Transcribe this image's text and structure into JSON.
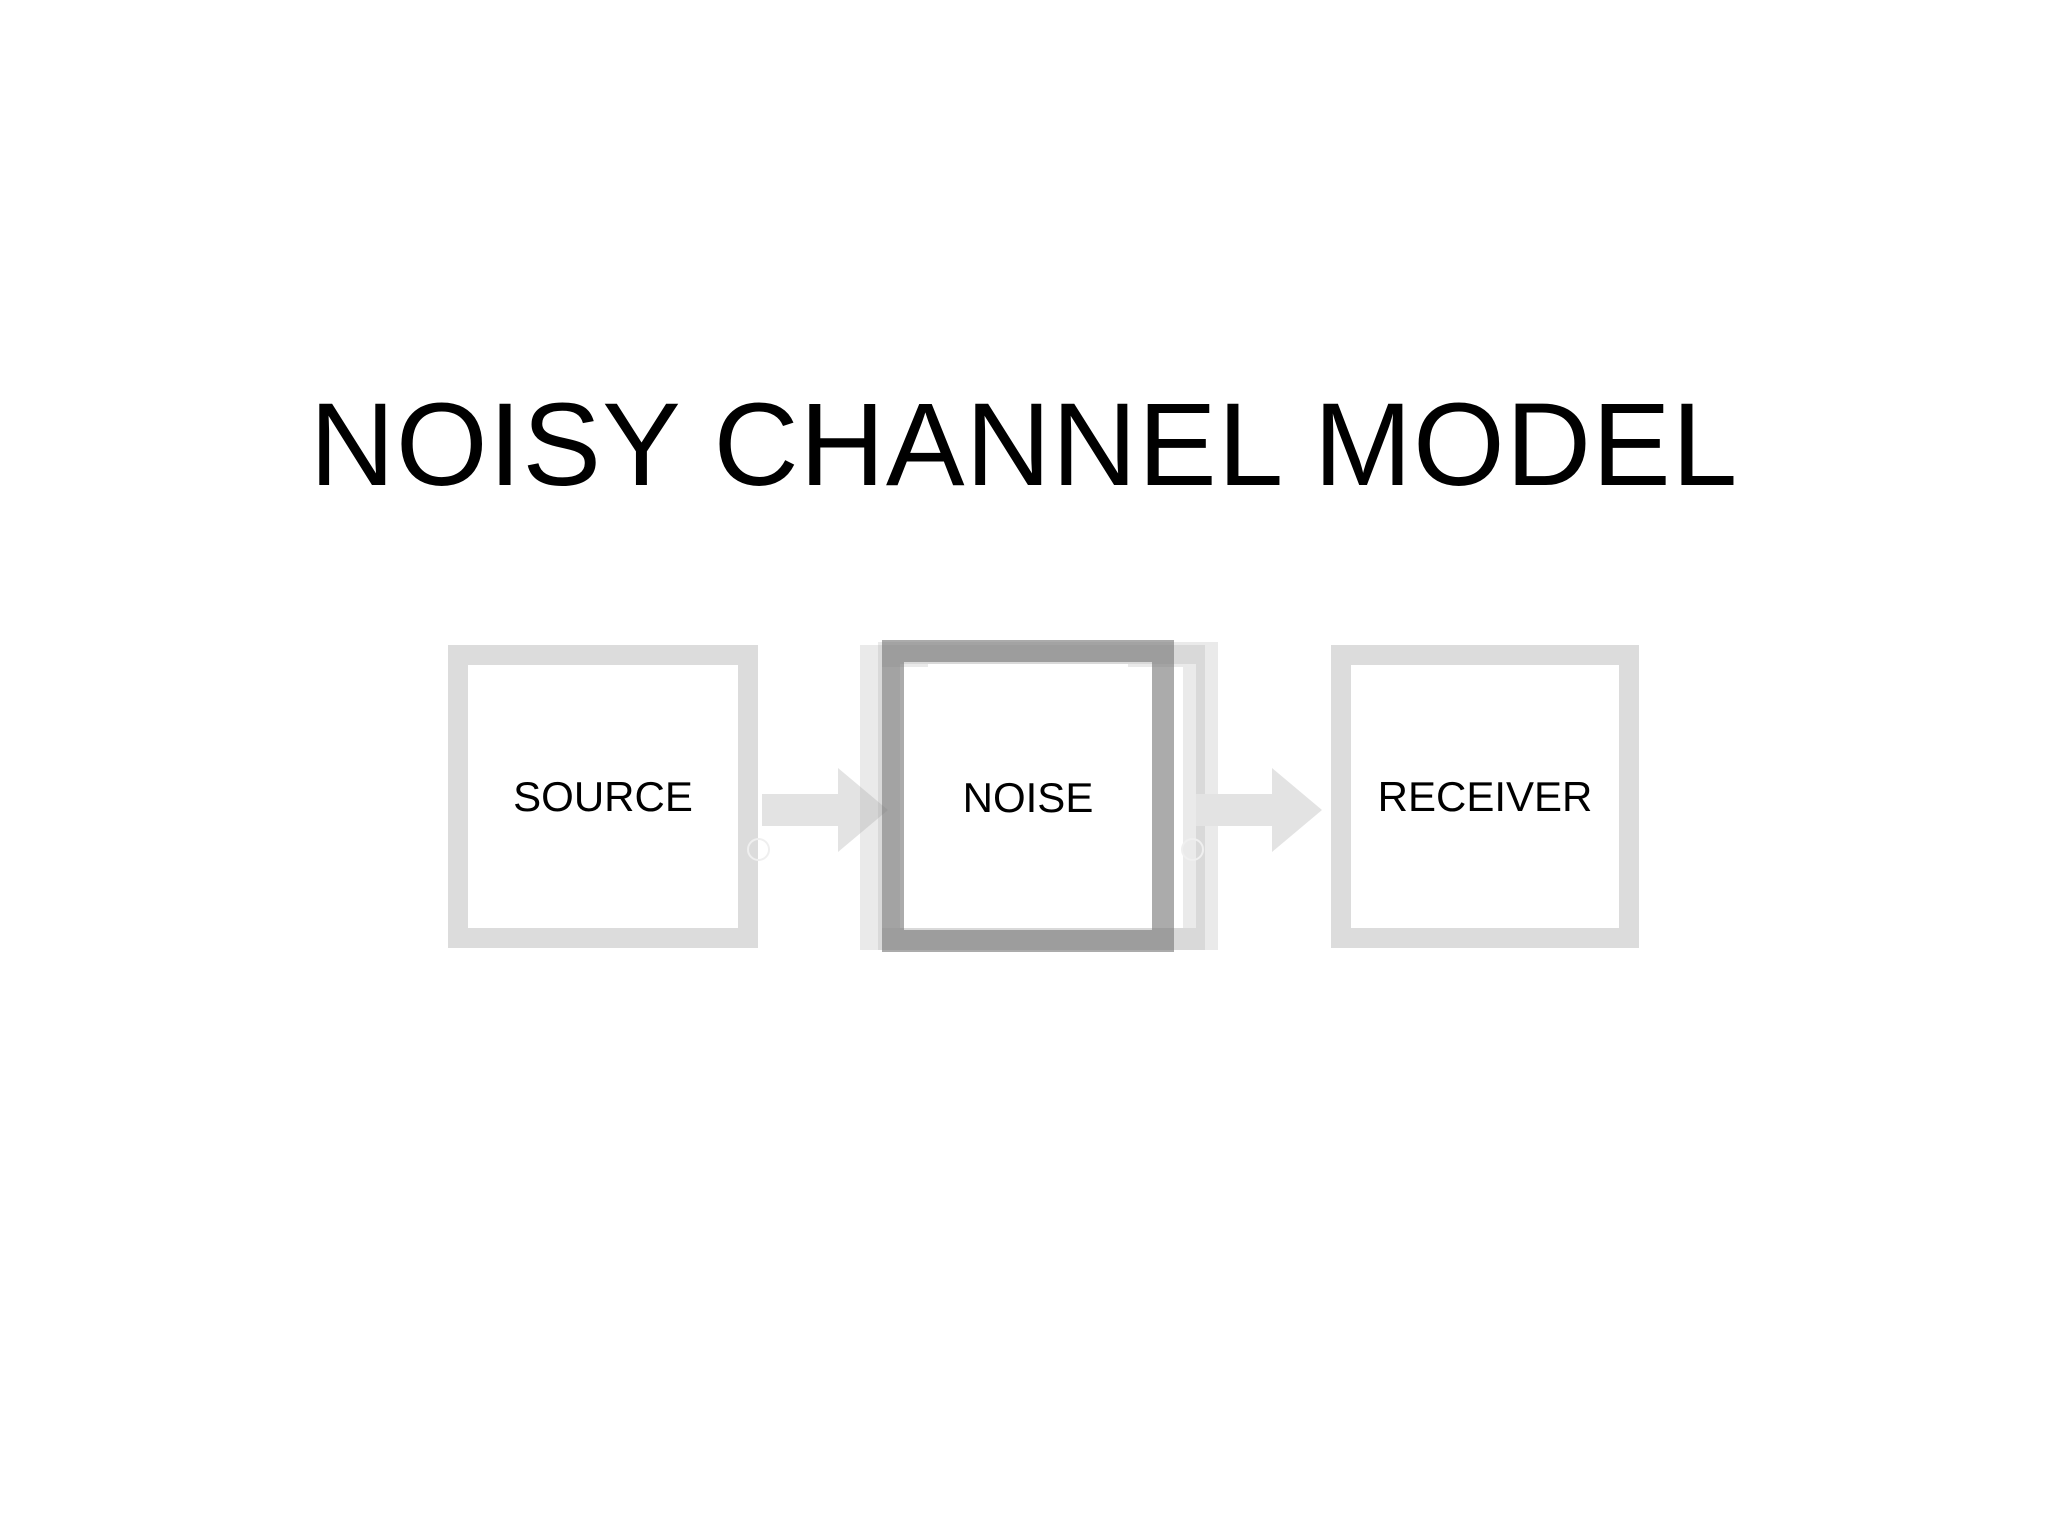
{
  "slide": {
    "title": "NOISY CHANNEL MODEL",
    "background_color": "#ffffff",
    "title_color": "#000000"
  },
  "diagram": {
    "type": "flow",
    "orientation": "left-to-right",
    "nodes": [
      {
        "id": "source",
        "label": "SOURCE",
        "shape": "rectangle",
        "fill_color": "#ffffff",
        "border_color": "#dcdcdc",
        "text_color": "#000000"
      },
      {
        "id": "noise",
        "label": "NOISE",
        "shape": "rectangle-stack",
        "fill_color": "#ffffff",
        "border_color": "#a0a0a0",
        "accent_color": "#787878",
        "text_color": "#000000"
      },
      {
        "id": "receiver",
        "label": "RECEIVER",
        "shape": "rectangle",
        "fill_color": "#ffffff",
        "border_color": "#dcdcdc",
        "text_color": "#000000"
      }
    ],
    "edges": [
      {
        "id": "edge-source-noise",
        "from": "source",
        "to": "noise",
        "style": "block-arrow",
        "color": "#e3e3e3"
      },
      {
        "id": "edge-noise-receiver",
        "from": "noise",
        "to": "receiver",
        "style": "block-arrow",
        "color": "#e3e3e3"
      }
    ],
    "handles": [
      {
        "id": "handle-1",
        "icon": "connector-handle-icon"
      },
      {
        "id": "handle-2",
        "icon": "connector-handle-icon"
      }
    ]
  }
}
